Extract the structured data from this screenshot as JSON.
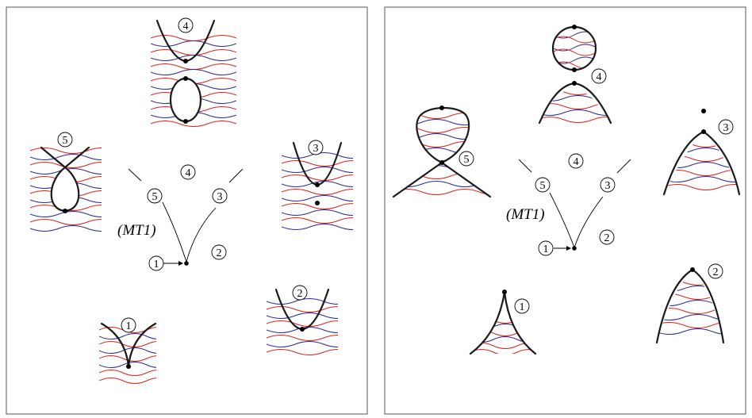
{
  "colors": {
    "red_family": "#e0201c",
    "blue_family": "#2a2a8c",
    "curve": "#1a1a1a",
    "frame": "#555555"
  },
  "left_panel": {
    "model_tag": "(MT1)",
    "center_labels": [
      "1",
      "2",
      "3",
      "4",
      "5"
    ],
    "region_labels": [
      "1",
      "2",
      "3",
      "4",
      "5"
    ]
  },
  "right_panel": {
    "model_tag": "(MT1)",
    "center_labels": [
      "1",
      "2",
      "3",
      "4",
      "5"
    ],
    "region_labels": [
      "1",
      "2",
      "3",
      "4",
      "5"
    ]
  }
}
